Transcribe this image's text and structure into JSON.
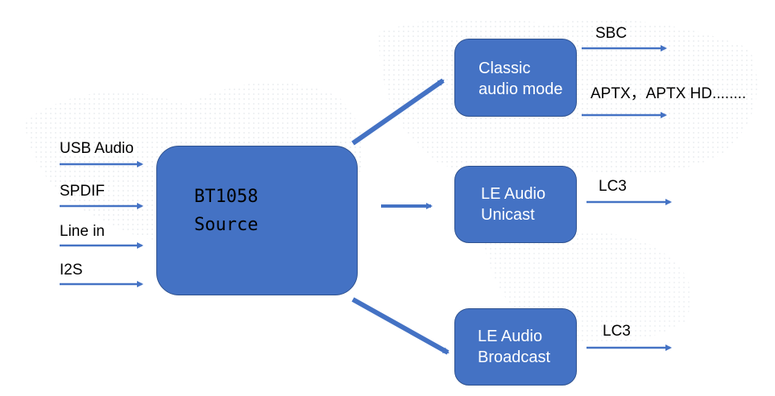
{
  "inputs": [
    "USB Audio",
    "SPDIF",
    "Line in",
    "I2S"
  ],
  "source_box": {
    "line1": "BT1058",
    "line2": "Source"
  },
  "boxes": {
    "classic": {
      "line1": "Classic",
      "line2": "audio mode"
    },
    "unicast": {
      "line1": "LE Audio",
      "line2": "Unicast"
    },
    "broadcast": {
      "line1": "LE Audio",
      "line2": "Broadcast"
    }
  },
  "outputs": {
    "classic_1": "SBC",
    "classic_2": "APTX，APTX HD........",
    "unicast": "LC3",
    "broadcast": "LC3"
  },
  "colors": {
    "box_fill": "#4472c4",
    "box_border": "#2f528f",
    "arrow": "#4472c4"
  }
}
